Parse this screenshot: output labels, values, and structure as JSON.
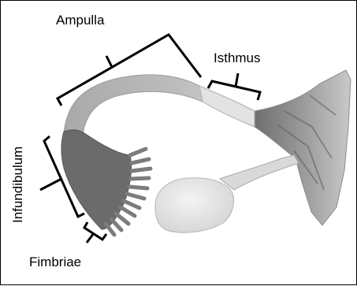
{
  "labels": {
    "ampulla": "Ampulla",
    "isthmus": "Isthmus",
    "infundibulum": "Infundibulum",
    "fimbriae": "Fimbriae"
  },
  "colors": {
    "ink": "#000000",
    "tube_light": "#b9b9b9",
    "tube_dark": "#6e6e6e",
    "ovary": "#e6e6e6",
    "uterus": "#8a8a8a"
  }
}
